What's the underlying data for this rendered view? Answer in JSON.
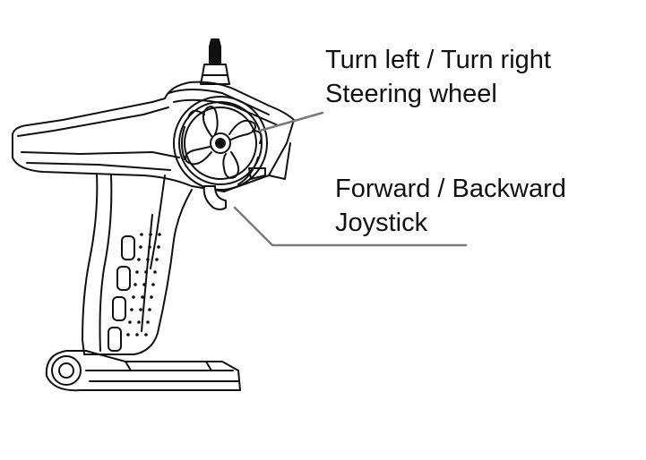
{
  "labels": {
    "steering_line1": "Turn left / Turn right",
    "steering_line2": "Steering wheel",
    "throttle_line1": "Forward / Backward",
    "throttle_line2": "Joystick"
  },
  "colors": {
    "outline": "#111111",
    "leader": "#7a7a7a",
    "background": "#ffffff"
  }
}
